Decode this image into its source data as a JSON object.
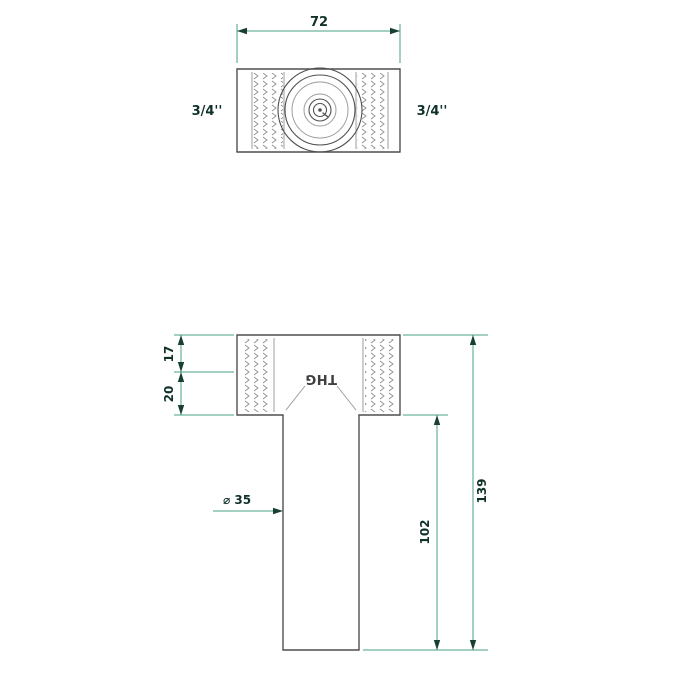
{
  "colors": {
    "outline": "#4f4f4f",
    "inner_line": "#9c9c9c",
    "thread": "#8f8f8f",
    "dimension_line": "#4aa08a",
    "dimension_text": "#10312a",
    "arrow": "#173f33"
  },
  "drawing": {
    "type": "technical-diagram",
    "subject": "threaded tee fitting with spout, two orthographic views",
    "views": {
      "top": {
        "width_dim": "72",
        "left_port_label": "3/4''",
        "right_port_label": "3/4''"
      },
      "front": {
        "upper_height_dim": "17",
        "lower_height_dim": "20",
        "overall_height_dim": "139",
        "spout_height_dim": "102",
        "spout_diameter_dim": "⌀ 35",
        "brand": "THG"
      }
    }
  }
}
